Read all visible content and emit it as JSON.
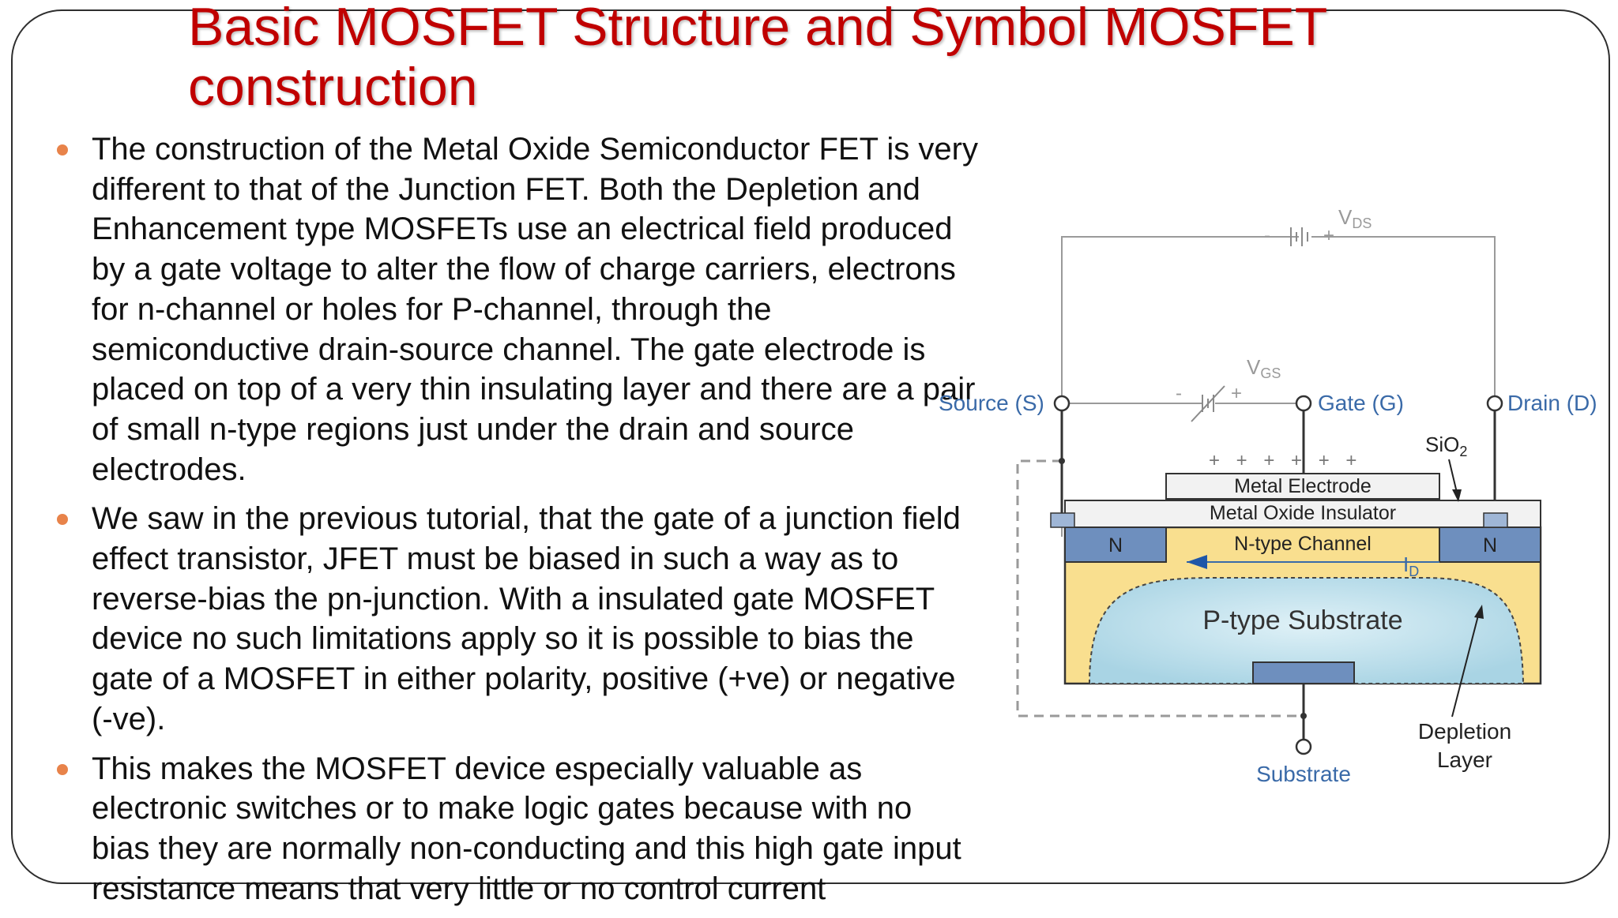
{
  "slide": {
    "title": "Basic MOSFET Structure and Symbol MOSFET construction",
    "bullets": [
      "The construction of the Metal Oxide Semiconductor FET is very different to that of the Junction FET. Both the Depletion and Enhancement type MOSFETs use an electrical field produced by a gate voltage to alter the flow of charge carriers, electrons for n-channel or holes for P-channel, through the semiconductive drain-source channel. The gate electrode is placed on top of a very thin insulating layer and there are a pair of small n-type regions just under the drain and source electrodes.",
      "We saw in the previous tutorial, that the gate of a junction field effect transistor, JFET must be biased in such a way as to reverse-bias the pn-junction. With a insulated gate MOSFET device no such limitations apply so it is possible to bias the gate of a MOSFET in either polarity, positive (+ve) or negative (-ve).",
      "This makes the MOSFET device especially valuable as electronic switches or to make logic gates because with no bias they are normally non-conducting and this high gate input resistance means that very little or no control current"
    ]
  },
  "diagram": {
    "vds_main": "V",
    "vds_sub": "DS",
    "vgs_main": "V",
    "vgs_sub": "GS",
    "minus": "-",
    "plus": "+",
    "source": "Source (S)",
    "gate": "Gate (G)",
    "drain": "Drain (D)",
    "sio2_main": "SiO",
    "sio2_sub": "2",
    "charges": "+ + + + + +",
    "metal_electrode": "Metal Electrode",
    "oxide_insulator": "Metal Oxide Insulator",
    "n_left": "N",
    "n_right": "N",
    "n_channel": "N-type Channel",
    "id_main": "I",
    "id_sub": "D",
    "p_substrate": "P-type Substrate",
    "depletion_1": "Depletion",
    "depletion_2": "Layer",
    "substrate": "Substrate",
    "colors": {
      "title": "#c00000",
      "bullet": "#e8834a",
      "label_blue": "#3a6aa8",
      "n_region": "#6e8fbe",
      "p_region": "#f9df8f",
      "depletion": "#b8dbe8",
      "oxide": "#f2f2f2",
      "wire": "#9a9a9a"
    }
  }
}
